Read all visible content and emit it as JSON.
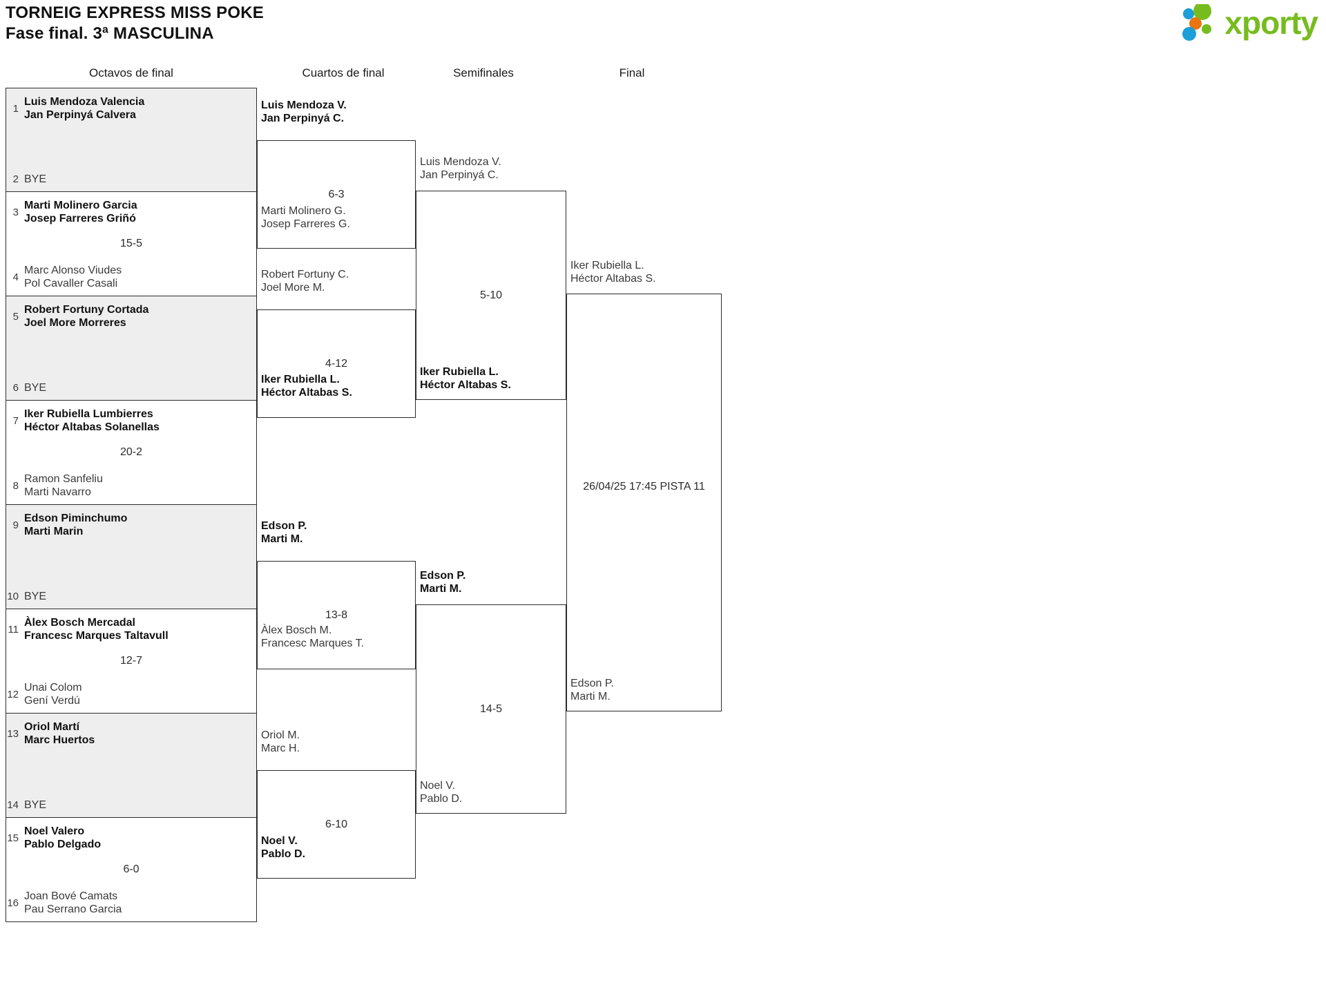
{
  "header": {
    "title_line1": "TORNEIG EXPRESS MISS POKE",
    "title_line2": "Fase final. 3ª MASCULINA",
    "logo_text": "xporty"
  },
  "rounds": [
    {
      "label": "Octavos de final"
    },
    {
      "label": "Cuartos de final"
    },
    {
      "label": "Semifinales"
    },
    {
      "label": "Final"
    }
  ],
  "chart_data": {
    "type": "table",
    "title": "TORNEIG EXPRESS MISS POKE — Fase final. 3ª MASCULINA",
    "round_names": [
      "Octavos de final",
      "Cuartos de final",
      "Semifinales",
      "Final"
    ],
    "final_schedule": "26/04/25 17:45 PISTA 11"
  },
  "round1": [
    {
      "shaded": true,
      "score": "",
      "top": {
        "seed": "1",
        "line1": "Luis Mendoza Valencia",
        "line2": "Jan Perpinyá Calvera",
        "winner": true,
        "bye": false
      },
      "bottom": {
        "seed": "2",
        "line1": "BYE",
        "line2": "",
        "winner": false,
        "bye": true
      }
    },
    {
      "shaded": false,
      "score": "15-5",
      "top": {
        "seed": "3",
        "line1": "Marti Molinero Garcia",
        "line2": "Josep Farreres Griñó",
        "winner": true,
        "bye": false
      },
      "bottom": {
        "seed": "4",
        "line1": "Marc Alonso Viudes",
        "line2": "Pol Cavaller Casali",
        "winner": false,
        "bye": false
      }
    },
    {
      "shaded": true,
      "score": "",
      "top": {
        "seed": "5",
        "line1": "Robert Fortuny Cortada",
        "line2": "Joel More Morreres",
        "winner": true,
        "bye": false
      },
      "bottom": {
        "seed": "6",
        "line1": "BYE",
        "line2": "",
        "winner": false,
        "bye": true
      }
    },
    {
      "shaded": false,
      "score": "20-2",
      "top": {
        "seed": "7",
        "line1": "Iker Rubiella Lumbierres",
        "line2": "Héctor Altabas Solanellas",
        "winner": true,
        "bye": false
      },
      "bottom": {
        "seed": "8",
        "line1": "Ramon Sanfeliu",
        "line2": "Marti Navarro",
        "winner": false,
        "bye": false
      }
    },
    {
      "shaded": true,
      "score": "",
      "top": {
        "seed": "9",
        "line1": "Edson Piminchumo",
        "line2": "Marti Marin",
        "winner": true,
        "bye": false
      },
      "bottom": {
        "seed": "10",
        "line1": "BYE",
        "line2": "",
        "winner": false,
        "bye": true
      }
    },
    {
      "shaded": false,
      "score": "12-7",
      "top": {
        "seed": "11",
        "line1": "Àlex Bosch Mercadal",
        "line2": "Francesc Marques Taltavull",
        "winner": true,
        "bye": false
      },
      "bottom": {
        "seed": "12",
        "line1": "Unai Colom",
        "line2": "Gení Verdú",
        "winner": false,
        "bye": false
      }
    },
    {
      "shaded": true,
      "score": "",
      "top": {
        "seed": "13",
        "line1": "Oriol Martí",
        "line2": "Marc Huertos",
        "winner": true,
        "bye": false
      },
      "bottom": {
        "seed": "14",
        "line1": "BYE",
        "line2": "",
        "winner": false,
        "bye": true
      }
    },
    {
      "shaded": false,
      "score": "6-0",
      "top": {
        "seed": "15",
        "line1": "Noel Valero",
        "line2": "Pablo Delgado",
        "winner": true,
        "bye": false
      },
      "bottom": {
        "seed": "16",
        "line1": "Joan Bové Camats",
        "line2": "Pau Serrano Garcia",
        "winner": false,
        "bye": false
      }
    }
  ],
  "round2": [
    {
      "score": "6-3",
      "top": {
        "line1": "Luis Mendoza V.",
        "line2": "Jan Perpinyá C.",
        "winner": true
      },
      "bottom": {
        "line1": "Marti Molinero G.",
        "line2": "Josep Farreres G.",
        "winner": false
      }
    },
    {
      "score": "4-12",
      "top": {
        "line1": "Robert Fortuny C.",
        "line2": "Joel More M.",
        "winner": false
      },
      "bottom": {
        "line1": "Iker Rubiella L.",
        "line2": "Héctor Altabas S.",
        "winner": true
      }
    },
    {
      "score": "13-8",
      "top": {
        "line1": "Edson P.",
        "line2": "Marti M.",
        "winner": true
      },
      "bottom": {
        "line1": "Àlex Bosch M.",
        "line2": "Francesc Marques T.",
        "winner": false
      }
    },
    {
      "score": "6-10",
      "top": {
        "line1": "Oriol M.",
        "line2": "Marc H.",
        "winner": false
      },
      "bottom": {
        "line1": "Noel V.",
        "line2": "Pablo D.",
        "winner": true
      }
    }
  ],
  "round3": [
    {
      "score": "5-10",
      "top": {
        "line1": "Luis Mendoza V.",
        "line2": "Jan Perpinyá C.",
        "winner": false
      },
      "bottom": {
        "line1": "Iker Rubiella L.",
        "line2": "Héctor Altabas S.",
        "winner": true
      }
    },
    {
      "score": "14-5",
      "top": {
        "line1": "Edson P.",
        "line2": "Marti M.",
        "winner": true
      },
      "bottom": {
        "line1": "Noel V.",
        "line2": "Pablo D.",
        "winner": false
      }
    }
  ],
  "round4": {
    "note": "26/04/25 17:45 PISTA 11",
    "top": {
      "line1": "Iker Rubiella L.",
      "line2": "Héctor Altabas S.",
      "winner": false
    },
    "bottom": {
      "line1": "Edson P.",
      "line2": "Marti M.",
      "winner": false
    }
  }
}
